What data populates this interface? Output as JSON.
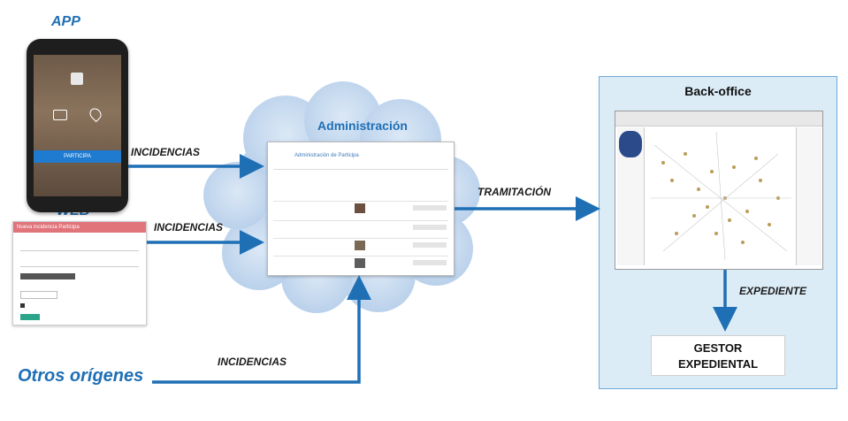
{
  "sources": {
    "app_label": "APP",
    "web_label": "WEB",
    "otros_label": "Otros orígenes",
    "app_button": "PARTICIPA",
    "web_form_title": "Nueva incidencia Participa"
  },
  "arrows": {
    "incidencias_app": "INCIDENCIAS",
    "incidencias_web": "INCIDENCIAS",
    "incidencias_otros": "INCIDENCIAS",
    "tramitacion": "TRAMITACIÓN",
    "expediente": "EXPEDIENTE"
  },
  "admin": {
    "title": "Administración",
    "screen_title": "Administración de Participa"
  },
  "backoffice": {
    "title": "Back-office",
    "gestor_line1": "GESTOR",
    "gestor_line2": "EXPEDIENTAL"
  },
  "colors": {
    "arrow": "#1f6fb5",
    "cloud": "#c9dcf0",
    "backoffice_bg": "#dcecf7",
    "phone_bar": "#1f7bd0",
    "web_header": "#e0747a"
  }
}
